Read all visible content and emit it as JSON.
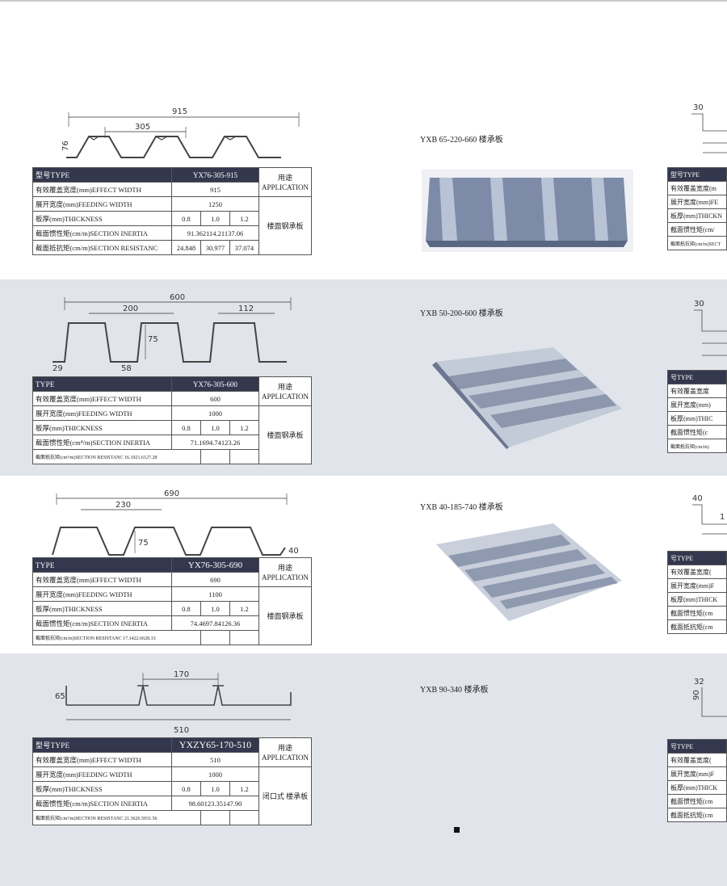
{
  "products": [
    {
      "model": "YX76-305-915",
      "caption": "YXB 65-220-660  楼承板",
      "dims": {
        "total": "915",
        "pitch": "305",
        "height": "76"
      },
      "width": "915",
      "feeding": "1250",
      "thickness": [
        "0.8",
        "1.0",
        "1.2"
      ],
      "inertia": "91.362114.21137.06",
      "resistance_label": "截面抵抗矩(cm/m)SECTION RESISTANC",
      "resistance": [
        "24.848",
        "30.977",
        "37.074"
      ],
      "application": "楼面钢承板"
    },
    {
      "model": "YX76-305-600",
      "caption": "YXB  50-200-600 楼承板",
      "dims": {
        "total": "600",
        "pitch": "200",
        "top": "112",
        "height": "75",
        "bottom": "58",
        "flange": "29"
      },
      "width": "600",
      "feeding": "1000",
      "thickness": [
        "0.8",
        "1.0",
        "1.2"
      ],
      "inertia": "71.1694.74123.26",
      "resistance_full": "截面抵抗矩(cm³/m)SECTION RESISTANC 16.1921.6127.28",
      "application": "楼面钢承板"
    },
    {
      "model": "YX76-305-690",
      "caption": "YXB 40-185-740 楼承板",
      "dims": {
        "total": "690",
        "pitch": "230",
        "height": "75",
        "edge": "40"
      },
      "width": "690",
      "feeding": "1100",
      "thickness": [
        "0.8",
        "1.0",
        "1.2"
      ],
      "inertia": "74.4697.84126.36",
      "resistance_full": "截面抵抗矩(cm/m)SECTION RESISTANC 17.1422.6628.33",
      "application": "楼面钢承板"
    },
    {
      "model": "YXZY65-170-510",
      "caption": "YXB  90-340 楼承板",
      "dims": {
        "total": "510",
        "pitch": "170",
        "height": "65"
      },
      "width": "510",
      "feeding": "1000",
      "thickness": [
        "0.8",
        "1.0",
        "1.2"
      ],
      "inertia": "98.60123.35147.90",
      "resistance_full": "截面抵抗矩(cm³/m)SECTION RESISTANC 21.3626.5931.56",
      "application": "闭口式 楼承板"
    }
  ],
  "labels": {
    "type": "型号TYPE",
    "type_cut": "TYPE",
    "effect_width": "有效覆盖宽度(mm)EFFECT WIDTH",
    "feeding_width": "展开宽度(mm)FEEDING WIDTH",
    "thickness": "板厚(mm)THICKNESS",
    "inertia": "截面惯性矩(cm⁴/m)SECTION INERTIA",
    "inertia_plain": "截面惯性矩(cm/m)SECTION INERTIA",
    "application_zh": "用途",
    "application_en": "APPLICATION"
  },
  "right_tables": [
    {
      "dim_top": "30",
      "rows": [
        "型号TYPE",
        "有效覆盖宽度(m",
        "展开宽度(mm)FE",
        "板厚(mm)THICKN",
        "截面惯性矩(cm/",
        "截面抵抗矩(cm/m)SECT"
      ]
    },
    {
      "dim_top": "30",
      "rows": [
        "号TYPE",
        "有效覆盖宽度",
        "展开宽度(mm)",
        "板厚(mm)THIC",
        "截面惯性矩(c",
        "截面抵抗矩(cm/m)"
      ]
    },
    {
      "dim_top": "40",
      "dim_side": "1",
      "rows": [
        "号TYPE",
        "有效覆盖宽度(",
        "展开宽度(mm)F",
        "板厚(mm)THICK",
        "截面惯性矩(cm",
        "截面抵抗矩(cm"
      ]
    },
    {
      "dim_top": "32",
      "dim_side": "90",
      "rows": [
        "号TYPE",
        "有效覆盖宽度(",
        "展开宽度(mm)F",
        "板厚(mm)THICK",
        "截面惯性矩(cm",
        "截面抵抗矩(cm"
      ]
    }
  ]
}
